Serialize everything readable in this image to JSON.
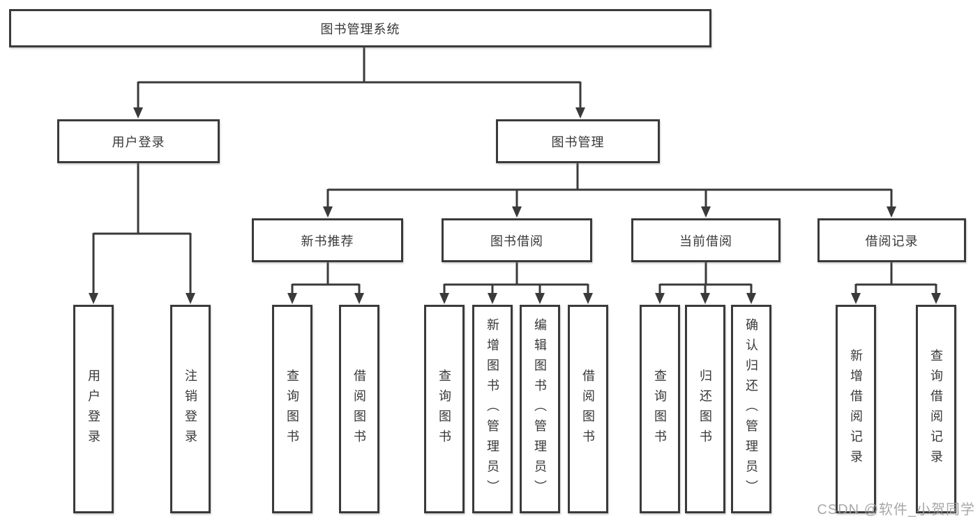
{
  "diagram": {
    "root_label": "图书管理系统",
    "level2": [
      {
        "label": "用户登录"
      },
      {
        "label": "图书管理"
      }
    ],
    "level3": [
      {
        "label": "新书推荐"
      },
      {
        "label": "图书借阅"
      },
      {
        "label": "当前借阅"
      },
      {
        "label": "借阅记录"
      }
    ],
    "leaves": {
      "login": [
        "用户登录",
        "注销登录"
      ],
      "recommend": [
        "查询图书",
        "借阅图书"
      ],
      "borrow": [
        "查询图书",
        "新增图书（管理员）",
        "编辑图书（管理员）",
        "借阅图书"
      ],
      "current": [
        "查询图书",
        "归还图书",
        "确认归还（管理员）"
      ],
      "records": [
        "新增借阅记录",
        "查询借阅记录"
      ]
    }
  },
  "watermark": {
    "text": "CSDN @软件_小贺同学"
  },
  "colors": {
    "line": "#3a3a3a",
    "text": "#383838",
    "background": "#ffffff",
    "watermark": "#9e9e9e"
  }
}
